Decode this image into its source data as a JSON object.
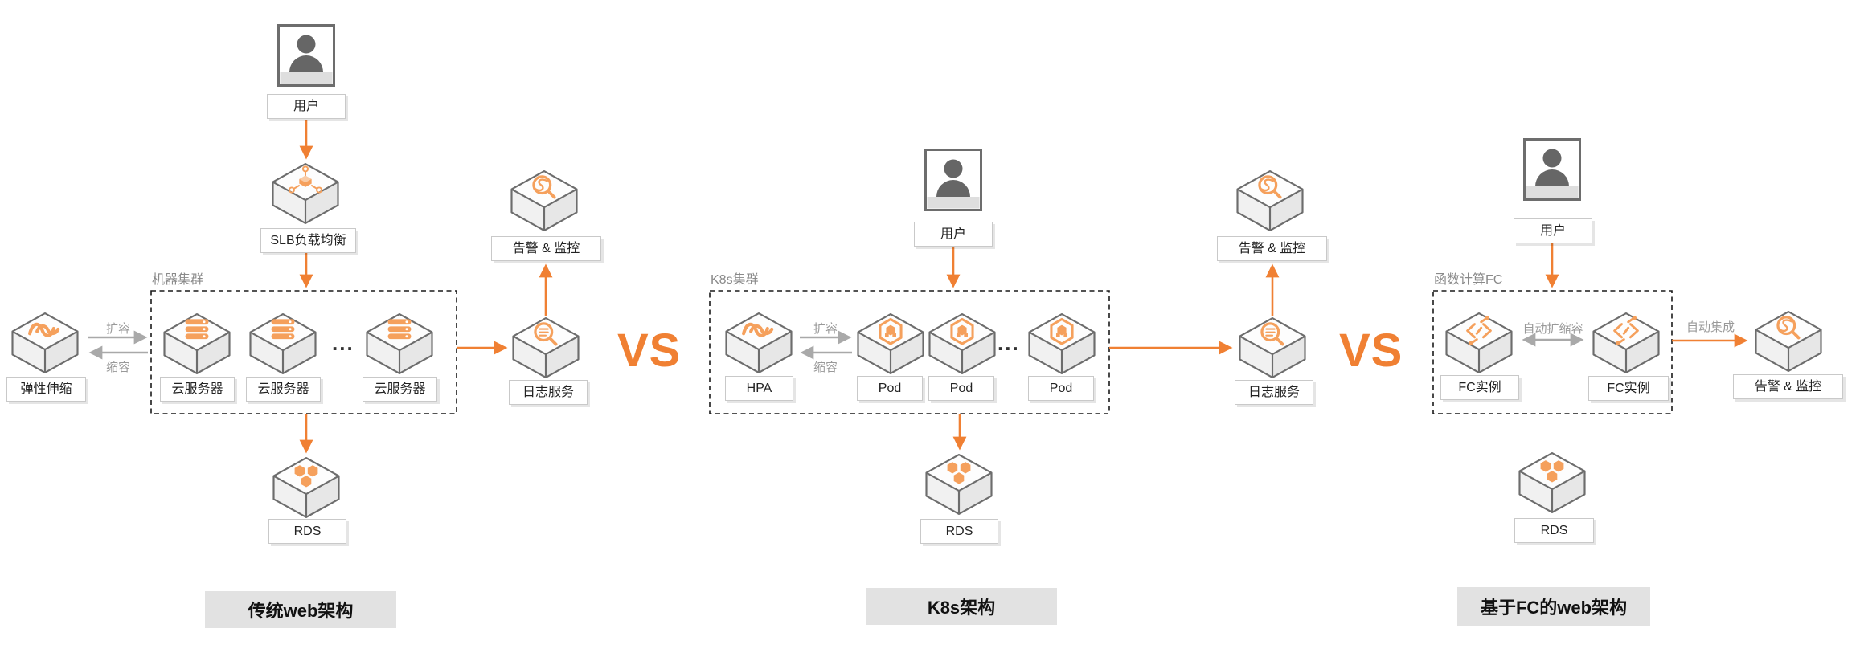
{
  "colors": {
    "icon_orange": "#F5A05C",
    "arrow_orange": "#F08033",
    "gray_arrow": "#A9A9A9",
    "hex_outline": "#6D6D6D",
    "caption_bg": "#E2E2E2",
    "cluster_title_gray": "#8A8A8A"
  },
  "vs1": "VS",
  "vs2": "VS",
  "arch1": {
    "caption": "传统web架构",
    "user": "用户",
    "slb": "SLB负载均衡",
    "cluster_title": "机器集群",
    "scaling": "弹性伸缩",
    "scale_out": "扩容",
    "scale_in": "缩容",
    "ecs1": "云服务器",
    "ecs2": "云服务器",
    "ecs3": "云服务器",
    "dots": "...",
    "log": "日志服务",
    "monitor": "告警 & 监控",
    "rds": "RDS"
  },
  "arch2": {
    "caption": "K8s架构",
    "user": "用户",
    "cluster_title": "K8s集群",
    "hpa": "HPA",
    "scale_out": "扩容",
    "scale_in": "缩容",
    "pod1": "Pod",
    "pod2": "Pod",
    "pod3": "Pod",
    "dots": "...",
    "log": "日志服务",
    "monitor": "告警 & 监控",
    "rds": "RDS"
  },
  "arch3": {
    "caption": "基于FC的web架构",
    "user": "用户",
    "cluster_title": "函数计算FC",
    "fc1": "FC实例",
    "fc2": "FC实例",
    "auto_scale": "自动扩缩容",
    "auto_integrate": "自动集成",
    "monitor": "告警 & 监控",
    "rds": "RDS"
  }
}
